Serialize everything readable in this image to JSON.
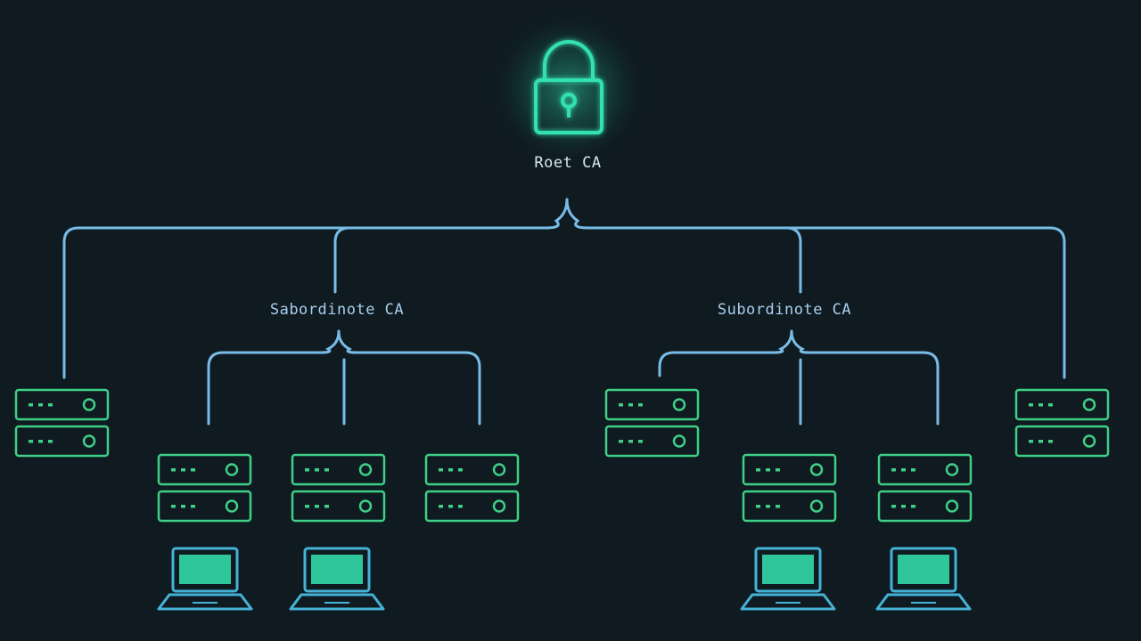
{
  "diagram": {
    "root": {
      "label": "Roet CA",
      "icon": "padlock-icon"
    },
    "subordinates": [
      {
        "label": "Sabordinote CA"
      },
      {
        "label": "Subordinote CA"
      }
    ],
    "icons": {
      "server": "server-icon",
      "laptop": "laptop-icon"
    }
  },
  "colors": {
    "background": "#0f1a21",
    "line": "#78bce6",
    "server": "#3fcf86",
    "laptop_frame": "#45b3d6",
    "laptop_screen": "#2fc79a",
    "lock": "#33e0b2",
    "label_text": "#d9e6ee",
    "sub_label_text": "#a9cfee"
  }
}
